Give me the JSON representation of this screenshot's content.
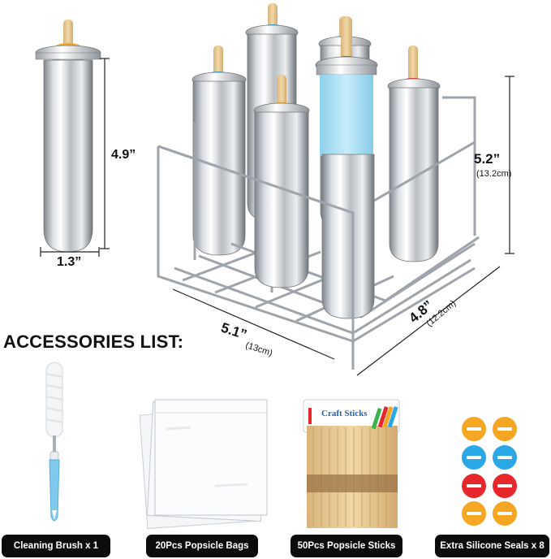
{
  "dimensions": {
    "single_height": "4.9”",
    "single_width": "1.3”",
    "rack_height": "5.2”",
    "rack_height_cm": "(13.2cm)",
    "rack_width": "5.1”",
    "rack_width_cm": "(13cm)",
    "rack_depth": "4.8”",
    "rack_depth_cm": "(12.2cm)"
  },
  "accessories": {
    "heading": "ACCESSORIES LIST:",
    "stick_pack_label": "Craft Sticks",
    "items": [
      {
        "label": "Cleaning Brush x 1"
      },
      {
        "label": "20Pcs Popsicle Bags"
      },
      {
        "label": "50Pcs Popsicle Sticks"
      },
      {
        "label": "Extra Silicone Seals x 8"
      }
    ]
  },
  "colors": {
    "seal_orange": "#f5a623",
    "seal_blue": "#2aa7e6",
    "seal_red": "#e8272d",
    "brush_blue": "#7ec9ec",
    "badge_bg": "#0c0c0c",
    "steel_light": "#eef0f2",
    "steel_dark": "#8a9096"
  }
}
